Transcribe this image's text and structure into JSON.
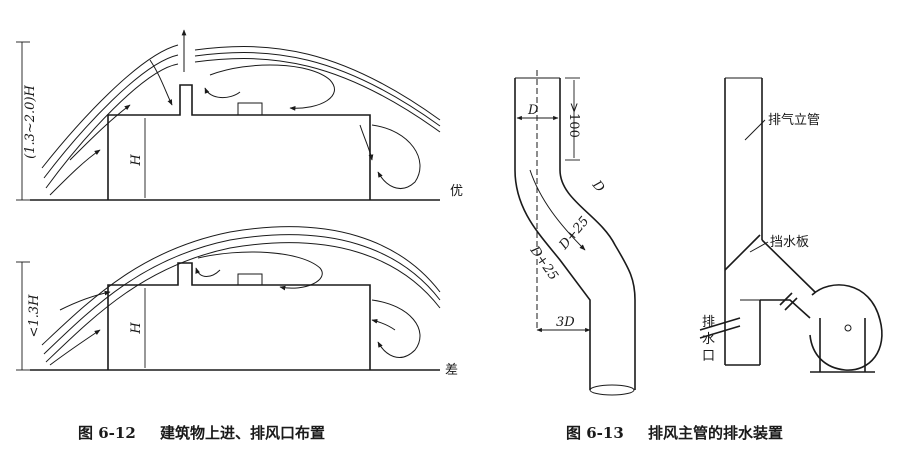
{
  "figure_12": {
    "caption_number": "图 6-12",
    "caption_title": "建筑物上进、排风口布置",
    "top_panel": {
      "height_range_label": "(1.3~2.0)H",
      "building_height_label": "H",
      "rating_label": "优"
    },
    "bottom_panel": {
      "height_range_label": "<1.3H",
      "building_height_label": "H",
      "rating_label": "差"
    }
  },
  "figure_13": {
    "caption_number": "图 6-13",
    "caption_title": "排风主管的排水装置",
    "left_drawing": {
      "diameter_label_top": "D",
      "length_label": ">100",
      "diameter_label_upper_bend": "D",
      "enlarged_diameter_label": "D+25",
      "enlarged_diameter_label_lower": "D+25",
      "offset_label": "3D"
    },
    "right_drawing": {
      "exhaust_riser_label": "排气立管",
      "baffle_label": "挡水板",
      "drain_outlet_label": [
        "排",
        "水",
        "口"
      ]
    }
  }
}
